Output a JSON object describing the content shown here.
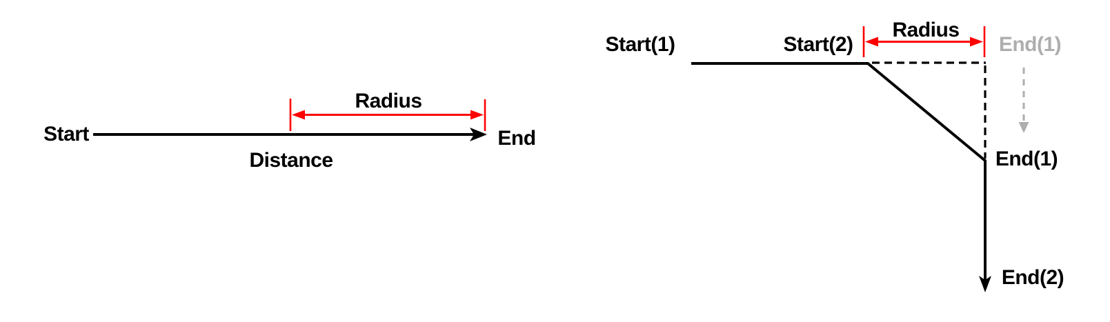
{
  "colors": {
    "ink": "#000000",
    "dimension_red": "#ff0000",
    "ghost_gray": "#aeaeae",
    "background": "#ffffff"
  },
  "figure_left": {
    "description": "straight path from start to end with radius measured back from end",
    "start_label": "Start",
    "end_label": "End",
    "radius_label": "Radius",
    "distance_label": "Distance"
  },
  "figure_right": {
    "description": "two-segment path; radius region shortens segment 1 so End(1) moves to the bend, ghost End(1) shows original position",
    "start1_label": "Start(1)",
    "start2_label": "Start(2)",
    "radius_label": "Radius",
    "end1_ghost_label": "End(1)",
    "end1_label": "End(1)",
    "end2_label": "End(2)"
  }
}
